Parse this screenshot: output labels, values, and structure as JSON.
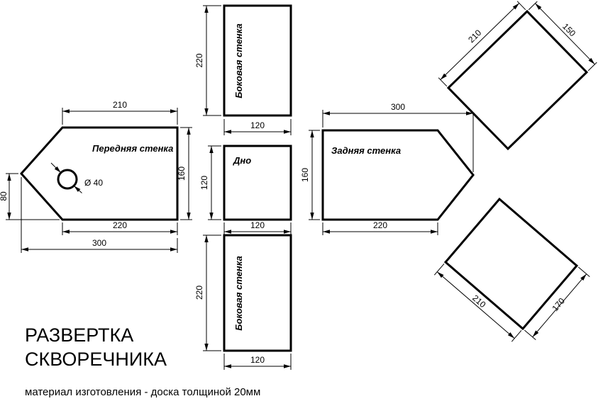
{
  "title_line1": "РАЗВЕРТКА",
  "title_line2": "СКВОРЕЧНИКА",
  "footer_note": "материал изготовления - доска толщиной 20мм",
  "labels": {
    "side_wall": "Боковая стенка",
    "front_wall": "Передняя стенка",
    "bottom": "Дно",
    "back_wall": "Задняя стенка"
  },
  "dims": {
    "side_top_h": "220",
    "side_top_w": "120",
    "front_top": "210",
    "front_right": "160",
    "front_bottom": "220",
    "front_total": "300",
    "front_left": "80",
    "hole_dia": "Ø 40",
    "bottom_h": "120",
    "bottom_w": "120",
    "back_top": "300",
    "back_left": "160",
    "back_bottom": "220",
    "side_bot_h": "220",
    "side_bot_w": "120",
    "roof_top_long": "210",
    "roof_top_short": "150",
    "roof_bot_long": "210",
    "roof_bot_short": "170"
  }
}
